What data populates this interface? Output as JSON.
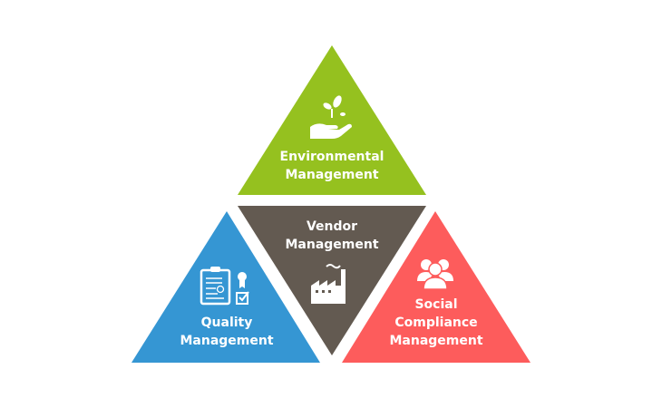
{
  "segments": {
    "environmental": {
      "line1": "Environmental",
      "line2": "Management",
      "color": "#95c11f",
      "icon": "hand-plant-icon"
    },
    "vendor": {
      "line1": "Vendor",
      "line2": "Management",
      "color": "#635a51",
      "icon": "factory-icon"
    },
    "quality": {
      "line1": "Quality",
      "line2": "Management",
      "color": "#3596d3",
      "icon": "clipboard-certificate-icon"
    },
    "social": {
      "line1": "Social",
      "line2": "Compliance",
      "line3": "Management",
      "color": "#fd5c5c",
      "icon": "people-group-icon"
    }
  }
}
